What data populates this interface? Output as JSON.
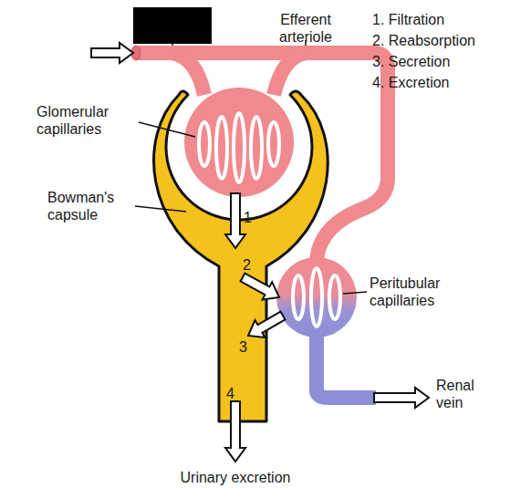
{
  "diagram": {
    "labels": [
      "Efferent arteriole",
      "1. Filtration",
      "2. Reabsorption",
      "3. Secretion",
      "4. Excretion",
      "Glomerular capillaries",
      "Bowman's capsule",
      "Peritubular capillaries",
      "Renal vein",
      "Urinary excretion",
      "1",
      "2",
      "3",
      "4"
    ]
  }
}
